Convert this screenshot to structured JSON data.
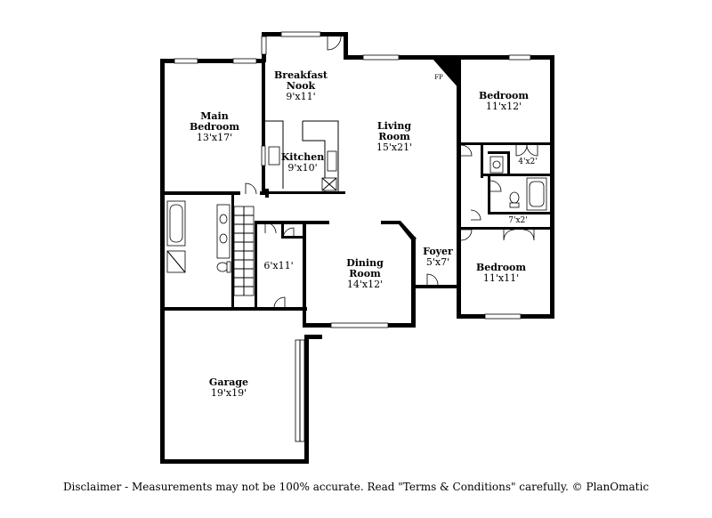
{
  "rooms": {
    "breakfast_nook": {
      "name1": "Breakfast",
      "name2": "Nook",
      "size": "9'x11'"
    },
    "main_bedroom": {
      "name1": "Main",
      "name2": "Bedroom",
      "size": "13'x17'"
    },
    "living_room": {
      "name1": "Living",
      "name2": "Room",
      "size": "15'x21'"
    },
    "bedroom_1": {
      "name": "Bedroom",
      "size": "11'x12'"
    },
    "kitchen": {
      "name": "Kitchen",
      "size": "9'x10'"
    },
    "closet_4x2": {
      "size": "4'x2'"
    },
    "closet_7x2": {
      "size": "7'x2'"
    },
    "dining_room": {
      "name1": "Dining",
      "name2": "Room",
      "size": "14'x12'"
    },
    "foyer": {
      "name": "Foyer",
      "size": "5'x7'"
    },
    "bedroom_2": {
      "name": "Bedroom",
      "size": "11'x11'"
    },
    "laundry": {
      "size": "6'x11'"
    },
    "garage": {
      "name": "Garage",
      "size": "19'x19'"
    }
  },
  "fireplace_label": "FP",
  "disclaimer": "Disclaimer - Measurements may not be 100% accurate. Read \"Terms & Conditions\" carefully. © PlanOmatic"
}
